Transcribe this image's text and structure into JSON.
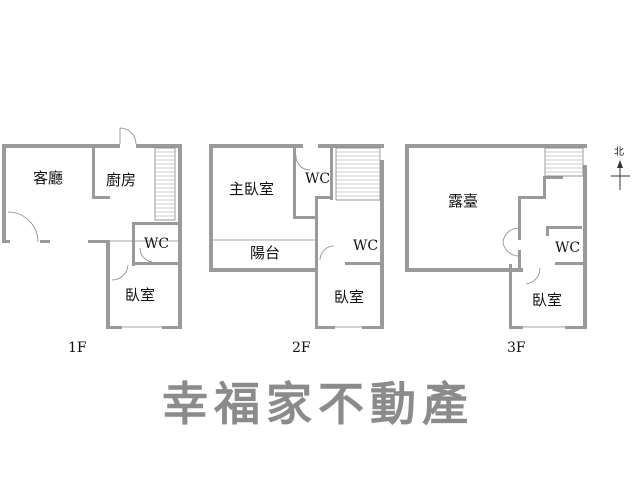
{
  "floors": [
    {
      "label": "1F",
      "rooms": [
        "客廳",
        "廚房",
        "WC",
        "臥室"
      ]
    },
    {
      "label": "2F",
      "rooms": [
        "主臥室",
        "WC",
        "陽台",
        "WC",
        "臥室"
      ]
    },
    {
      "label": "3F",
      "rooms": [
        "露臺",
        "WC",
        "臥室"
      ]
    }
  ],
  "compass": {
    "label": "北"
  },
  "watermark": "幸福家不動產",
  "colors": {
    "wall": "#9a9a9a",
    "watermark": "#777777"
  }
}
